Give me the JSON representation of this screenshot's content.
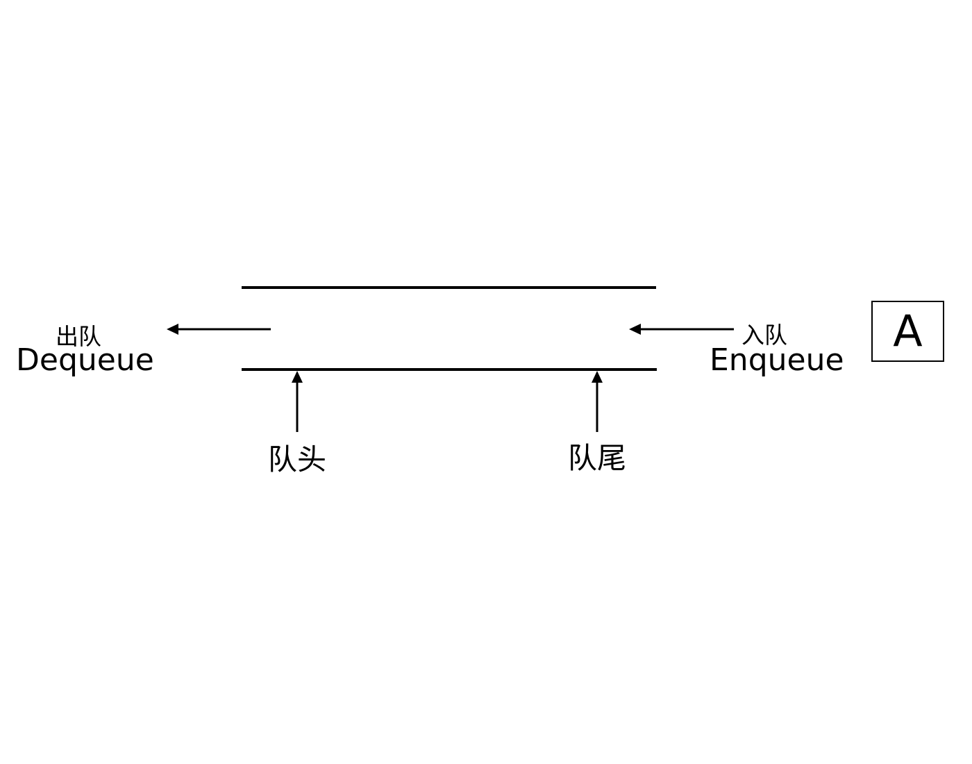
{
  "dequeue": {
    "zh": "出队",
    "en": "Dequeue"
  },
  "enqueue": {
    "zh": "入队",
    "en": "Enqueue"
  },
  "element": {
    "label": "A"
  },
  "pointers": {
    "head": "队头",
    "tail": "队尾"
  },
  "colors": {
    "stroke": "#000000",
    "background": "#ffffff"
  }
}
